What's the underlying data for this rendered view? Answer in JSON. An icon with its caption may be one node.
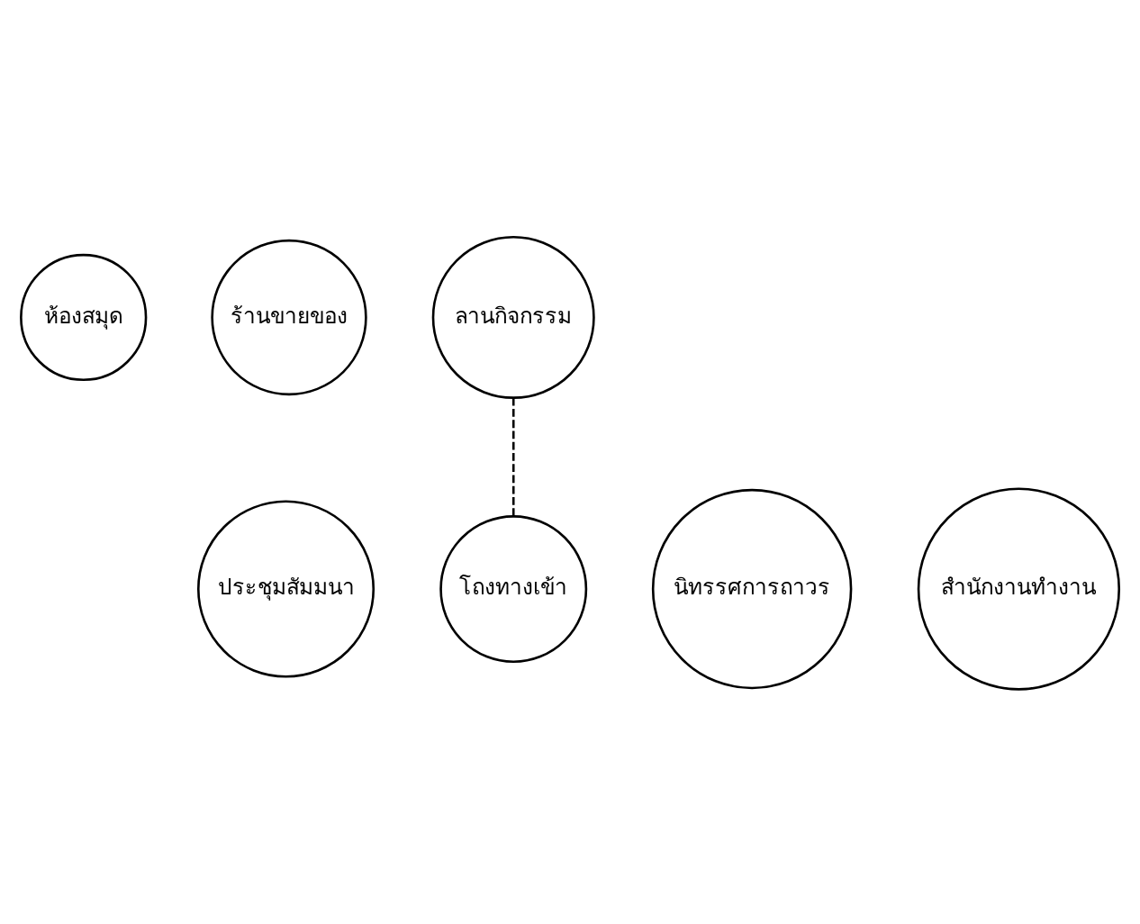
{
  "diagram": {
    "nodes": [
      {
        "text": [
          "ห้องสมุด"
        ]
      },
      {
        "text": [
          "ร้านขายของ"
        ]
      },
      {
        "text": [
          "ประชุมสัมมนา"
        ]
      },
      {
        "text": [
          "ลานกิจกรรม"
        ]
      },
      {
        "text": [
          "นิทรรศการถาวร"
        ]
      },
      {
        "text": [
          "สำนักงานทำงาน"
        ]
      },
      {
        "text": [
          "โถงทางเข้า"
        ]
      }
    ],
    "edges": [
      {
        "from": 3,
        "to": 6,
        "arrow": "none",
        "style": "dashed"
      }
    ]
  }
}
